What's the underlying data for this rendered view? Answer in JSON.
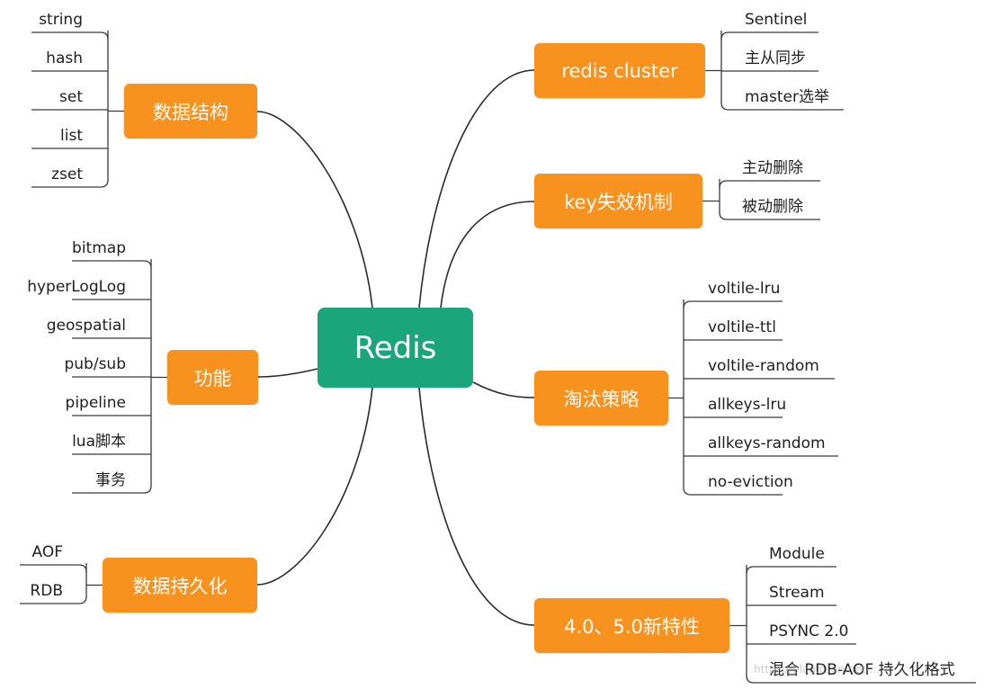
{
  "root": {
    "label": "Redis"
  },
  "branches": [
    {
      "key": "data-structures",
      "label": "数据结构",
      "side": "left",
      "leaves": [
        "string",
        "hash",
        "set",
        "list",
        "zset"
      ]
    },
    {
      "key": "features",
      "label": "功能",
      "side": "left",
      "leaves": [
        "bitmap",
        "hyperLogLog",
        "geospatial",
        "pub/sub",
        "pipeline",
        "lua脚本",
        "事务"
      ]
    },
    {
      "key": "persistence",
      "label": "数据持久化",
      "side": "left",
      "leaves": [
        "AOF",
        "RDB"
      ]
    },
    {
      "key": "redis-cluster",
      "label": "redis cluster",
      "side": "right",
      "leaves": [
        "Sentinel",
        "主从同步",
        "master选举"
      ]
    },
    {
      "key": "key-expiry",
      "label": "key失效机制",
      "side": "right",
      "leaves": [
        "主动删除",
        "被动删除"
      ]
    },
    {
      "key": "eviction",
      "label": "淘汰策略",
      "side": "right",
      "leaves": [
        "voltile-lru",
        "voltile-ttl",
        "voltile-random",
        "allkeys-lru",
        "allkeys-random",
        "no-eviction"
      ]
    },
    {
      "key": "new-features",
      "label": "4.0、5.0新特性",
      "side": "right",
      "leaves": [
        "Module",
        "Stream",
        "PSYNC 2.0",
        "混合 RDB-AOF 持久化格式"
      ]
    }
  ],
  "colors": {
    "root": "#1aa67a",
    "branch": "#f7921e",
    "edge": "#2b2b2b",
    "leaf_line": "#3a3a3a"
  },
  "watermark": "https://blog.csdn.net/..."
}
